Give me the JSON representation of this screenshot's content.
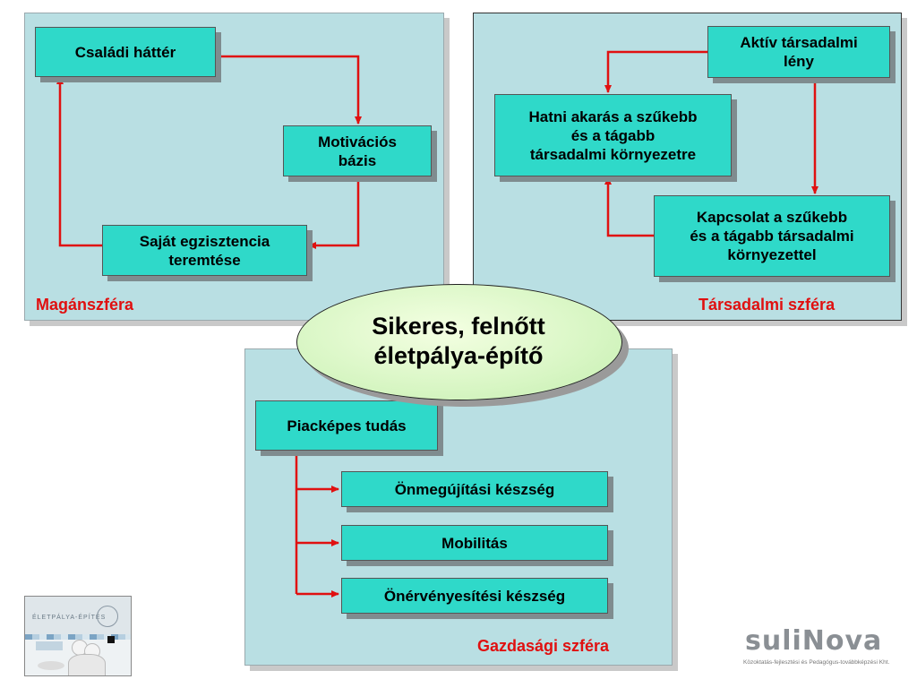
{
  "center": {
    "title": "Sikeres, felnőtt\néletpálya-építő"
  },
  "private_sphere": {
    "label": "Magánszféra",
    "boxes": {
      "family": "Családi háttér",
      "motivation": "Motivációs\nbázis",
      "existence": "Saját egzisztencia\nteremtése"
    }
  },
  "social_sphere": {
    "label": "Társadalmi szféra",
    "boxes": {
      "active": "Aktív társadalmi\nlény",
      "influence": "Hatni akarás a szűkebb\nés a tágabb\ntársadalmi környezetre",
      "relation": "Kapcsolat a szűkebb\nés a tágabb társadalmi\nkörnyezettel"
    }
  },
  "economic_sphere": {
    "label": "Gazdasági szféra",
    "boxes": {
      "knowledge": "Piacképes tudás",
      "renewal": "Önmegújítási készség",
      "mobility": "Mobilitás",
      "assertion": "Önérvényesítési készség"
    }
  },
  "thumbnail": {
    "title": "ÉLETPÁLYA-ÉPÍTÉS"
  },
  "logo": {
    "word": "suliNova",
    "tagline": "Közoktatás-fejlesztési és Pedagógus-továbbképzési Kht."
  },
  "colors": {
    "panel": "#b9dfe3",
    "box": "#2fd9c9",
    "arrow": "#e01010",
    "label": "#e01010",
    "ellipse": "#d8f6c4"
  }
}
